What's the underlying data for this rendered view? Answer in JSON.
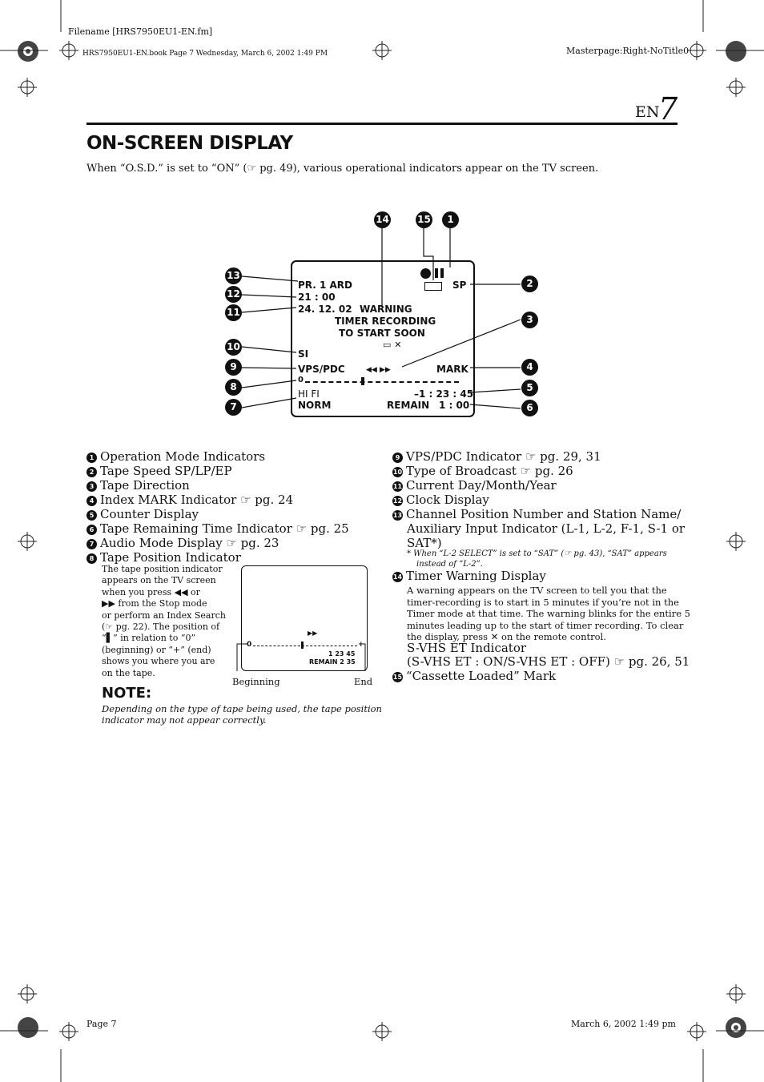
{
  "header": {
    "filename": "Filename [HRS7950EU1-EN.fm]",
    "book_line": "HRS7950EU1-EN.book  Page 7  Wednesday, March 6, 2002  1:49 PM",
    "masterpage": "Masterpage:Right-NoTitle0",
    "lang": "EN",
    "page_number": "7"
  },
  "section": {
    "title": "ON-SCREEN DISPLAY",
    "intro": "When “O.S.D.” is set to “ON” (☞ pg. 49), various operational indicators appear on the TV screen."
  },
  "osd": {
    "pr": "PR.  1 ARD",
    "clock": "21 : 00",
    "date": "24. 12. 02",
    "warning1": "WARNING",
    "warning2": "TIMER RECORDING",
    "warning3": "TO START SOON",
    "speed": "SP",
    "sound": "SI",
    "vps": "VPS/PDC",
    "direction": "◀◀  ▶▶",
    "mark": "MARK",
    "zero": "0",
    "audio": "HI FI",
    "counter": "–1 : 23 : 45",
    "norm": "NORM",
    "remain": "REMAIN",
    "remain_time": "1 : 00",
    "numbers": {
      "n1": "1",
      "n2": "2",
      "n3": "3",
      "n4": "4",
      "n5": "5",
      "n6": "6",
      "n7": "7",
      "n8": "8",
      "n9": "9",
      "n10": "10",
      "n11": "11",
      "n12": "12",
      "n13": "13",
      "n14": "14",
      "n15": "15"
    }
  },
  "left_list": [
    {
      "n": "1",
      "text": "Operation Mode Indicators"
    },
    {
      "n": "2",
      "text": "Tape Speed SP/LP/EP"
    },
    {
      "n": "3",
      "text": "Tape Direction"
    },
    {
      "n": "4",
      "text": "Index MARK Indicator ☞ pg. 24"
    },
    {
      "n": "5",
      "text": "Counter Display"
    },
    {
      "n": "6",
      "text": "Tape Remaining Time Indicator ☞ pg. 25"
    },
    {
      "n": "7",
      "text": "Audio Mode Display ☞ pg. 23"
    },
    {
      "n": "8",
      "text": "Tape Position Indicator"
    }
  ],
  "tape_position": {
    "desc_lines": [
      "The tape position indicator",
      "appears on the TV screen",
      "when you press ◀◀ or",
      "▶▶ from the Stop mode",
      "or perform an Index Search",
      "(☞ pg. 22). The position of",
      "“▌” in relation to “0”",
      "(beginning) or “+” (end)",
      "shows you where you are",
      "on the tape."
    ],
    "mini_ff": "▶▶",
    "mini_zero": "0",
    "mini_plus": "+",
    "mini_counter": "1 23 45",
    "mini_remain": "REMAIN  2 35",
    "beginning": "Beginning",
    "end": "End"
  },
  "note": {
    "heading": "NOTE:",
    "lines": [
      "Depending on the type of tape being used, the tape position",
      "indicator may not appear correctly."
    ]
  },
  "right_list": [
    {
      "n": "9",
      "text": "VPS/PDC Indicator ☞ pg. 29, 31"
    },
    {
      "n": "10",
      "text": "Type of Broadcast ☞ pg. 26"
    },
    {
      "n": "11",
      "text": "Current Day/Month/Year"
    },
    {
      "n": "12",
      "text": "Clock Display"
    },
    {
      "n": "13",
      "text": "Channel Position Number and Station Name/"
    }
  ],
  "item13_cont": [
    "Auxiliary Input Indicator (L-1, L-2, F-1, S-1 or",
    "SAT*)"
  ],
  "item13_foot": [
    "*  When “L-2 SELECT” is set to “SAT” (☞ pg. 43), “SAT” appears",
    "instead of “L-2”."
  ],
  "item14": {
    "n": "14",
    "text": "Timer Warning Display"
  },
  "item14_desc": [
    "A warning appears on the TV screen to tell you that the",
    "timer-recording is to start in 5 minutes if you’re not in the",
    "Timer mode at that time. The warning blinks for the entire 5",
    "minutes leading up to the start of timer recording. To clear",
    "the display, press ✕ on the remote control."
  ],
  "svhs": [
    "S-VHS ET Indicator",
    "(S-VHS ET : ON/S-VHS ET : OFF) ☞ pg. 26, 51"
  ],
  "item15": {
    "n": "15",
    "text": "“Cassette Loaded” Mark"
  },
  "footer": {
    "page": "Page 7",
    "date": "March 6, 2002 1:49 pm"
  }
}
